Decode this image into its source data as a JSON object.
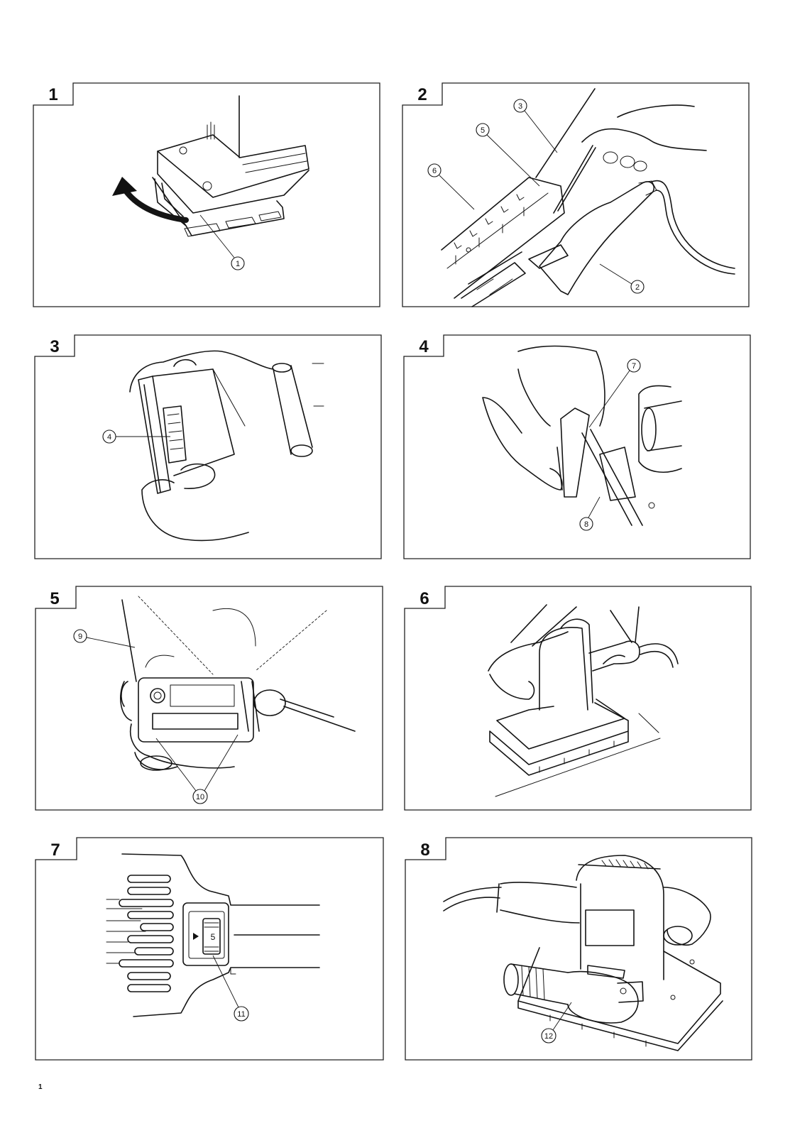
{
  "page": {
    "footer_page_number": "1"
  },
  "figures": [
    {
      "number": "1",
      "callouts": [
        "1"
      ]
    },
    {
      "number": "2",
      "callouts": [
        "3",
        "5",
        "6",
        "2"
      ]
    },
    {
      "number": "3",
      "callouts": [
        "4"
      ]
    },
    {
      "number": "4",
      "callouts": [
        "7",
        "8"
      ]
    },
    {
      "number": "5",
      "callouts": [
        "9",
        "10"
      ]
    },
    {
      "number": "6",
      "callouts": []
    },
    {
      "number": "7",
      "callouts": [
        "11"
      ],
      "dial_setting": "5"
    },
    {
      "number": "8",
      "callouts": [
        "12"
      ]
    }
  ]
}
